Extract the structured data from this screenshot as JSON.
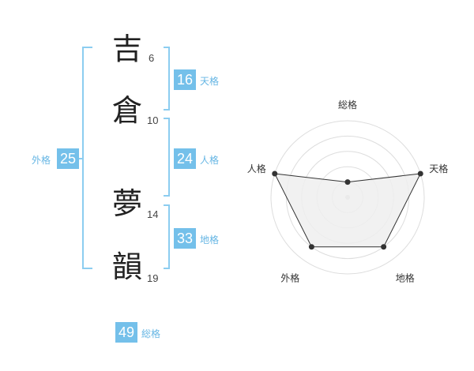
{
  "name_characters": [
    {
      "char": "吉",
      "strokes": "6"
    },
    {
      "char": "倉",
      "strokes": "10"
    },
    {
      "char": "夢",
      "strokes": "14"
    },
    {
      "char": "韻",
      "strokes": "19"
    }
  ],
  "fortunes": {
    "tenkaku": {
      "value": "16",
      "label": "天格"
    },
    "jinkaku": {
      "value": "24",
      "label": "人格"
    },
    "chikaku": {
      "value": "33",
      "label": "地格"
    },
    "gaikaku": {
      "value": "25",
      "label": "外格"
    },
    "soukaku": {
      "value": "49",
      "label": "総格"
    }
  },
  "radar": {
    "axes": [
      "総格",
      "天格",
      "地格",
      "外格",
      "人格"
    ],
    "values": [
      1,
      5,
      4,
      4,
      5
    ],
    "max": 5,
    "rings": 5
  },
  "colors": {
    "accent": "#74c0ea",
    "bracket": "#8ccdf0",
    "radar_fill": "#eeeeee",
    "radar_line": "#333333",
    "ring": "#dddddd"
  }
}
